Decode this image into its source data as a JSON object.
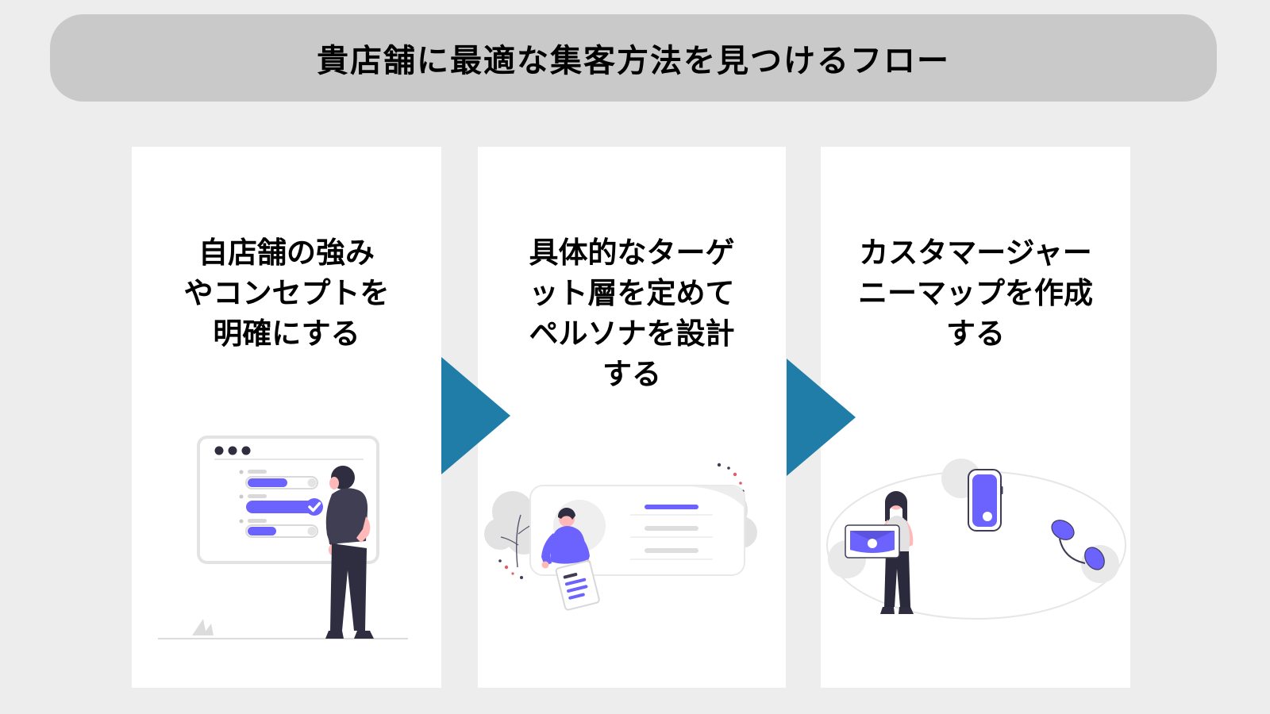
{
  "title": "貴店舗に最適な集客方法を見つけるフロー",
  "steps": [
    {
      "lines": [
        "自店舗の強み",
        "やコンセプトを",
        "明確にする"
      ],
      "illustration": "person-reviewing-checklist"
    },
    {
      "lines": [
        "具体的なターゲ",
        "ット層を定めて",
        "ペルソナを設計",
        "する"
      ],
      "illustration": "persona-profile-card"
    },
    {
      "lines": [
        "カスタマージャー",
        "ニーマップを作成",
        "する"
      ],
      "illustration": "customer-journey-touchpoints"
    }
  ],
  "colors": {
    "background": "#ededed",
    "title-bar-bg": "#c9c9c9",
    "title-text": "#000000",
    "card-bg": "#ffffff",
    "arrow": "#1f7da8",
    "accent-purple": "#6c63ff",
    "ink-dark": "#2f2e41",
    "skin": "#ffb9b9",
    "illustration-gray": "#e2e2e2",
    "confetti-red": "#e25c6a"
  }
}
